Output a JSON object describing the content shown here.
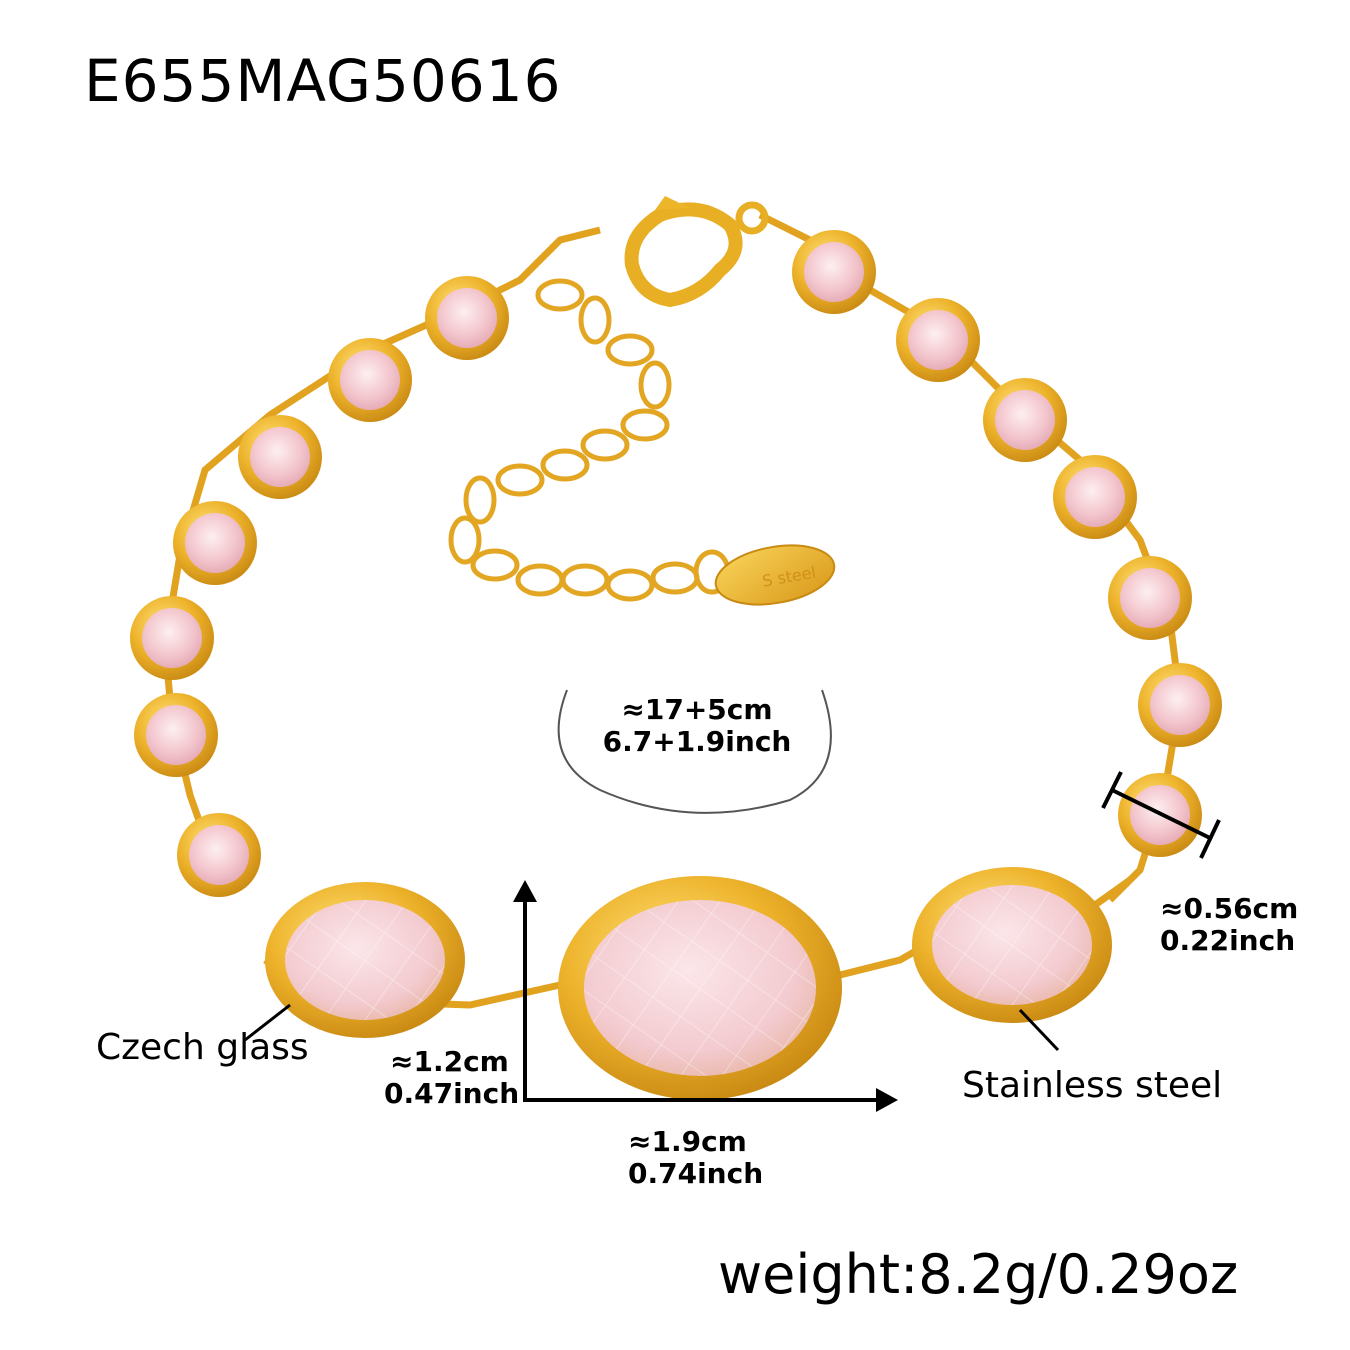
{
  "product": {
    "sku": "E655MAG50616",
    "weight": "weight:8.2g/0.29oz",
    "tag_engraving": "S steel"
  },
  "annotations": {
    "length": {
      "metric": "≈17+5cm",
      "imperial": "6.7+1.9inch"
    },
    "small_stone": {
      "metric": "≈0.56cm",
      "imperial": "0.22inch"
    },
    "oval_height": {
      "metric": "≈1.2cm",
      "imperial": "0.47inch"
    },
    "oval_width": {
      "metric": "≈1.9cm",
      "imperial": "0.74inch"
    }
  },
  "materials": {
    "stone_label": "Czech glass",
    "metal_label": "Stainless steel"
  },
  "colors": {
    "gold": "#E8A820",
    "gold_light": "#F7CF4A",
    "gold_dark": "#C98A12",
    "stone_pink": "#F4C9CF",
    "stone_pink_light": "#FBE3E6",
    "stone_peach": "#E9B49A",
    "annotation": "#000000"
  }
}
